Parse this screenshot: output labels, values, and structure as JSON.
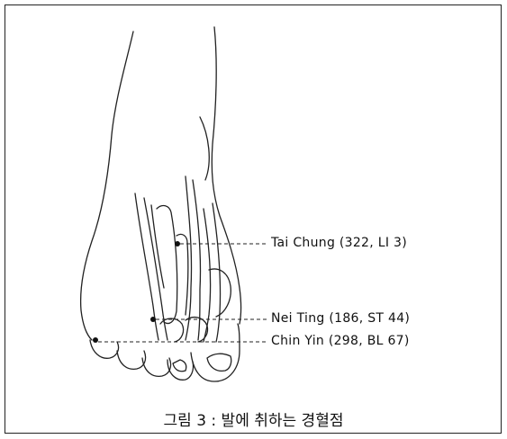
{
  "figure": {
    "points": [
      {
        "name": "Tai Chung",
        "label": "Tai Chung (322, LI 3)"
      },
      {
        "name": "Nei Ting",
        "label": "Nei Ting (186, ST 44)"
      },
      {
        "name": "Chin Yin",
        "label": "Chin Yin (298, BL 67)"
      }
    ],
    "caption": "그림 3 : 발에 취하는 경혈점"
  }
}
